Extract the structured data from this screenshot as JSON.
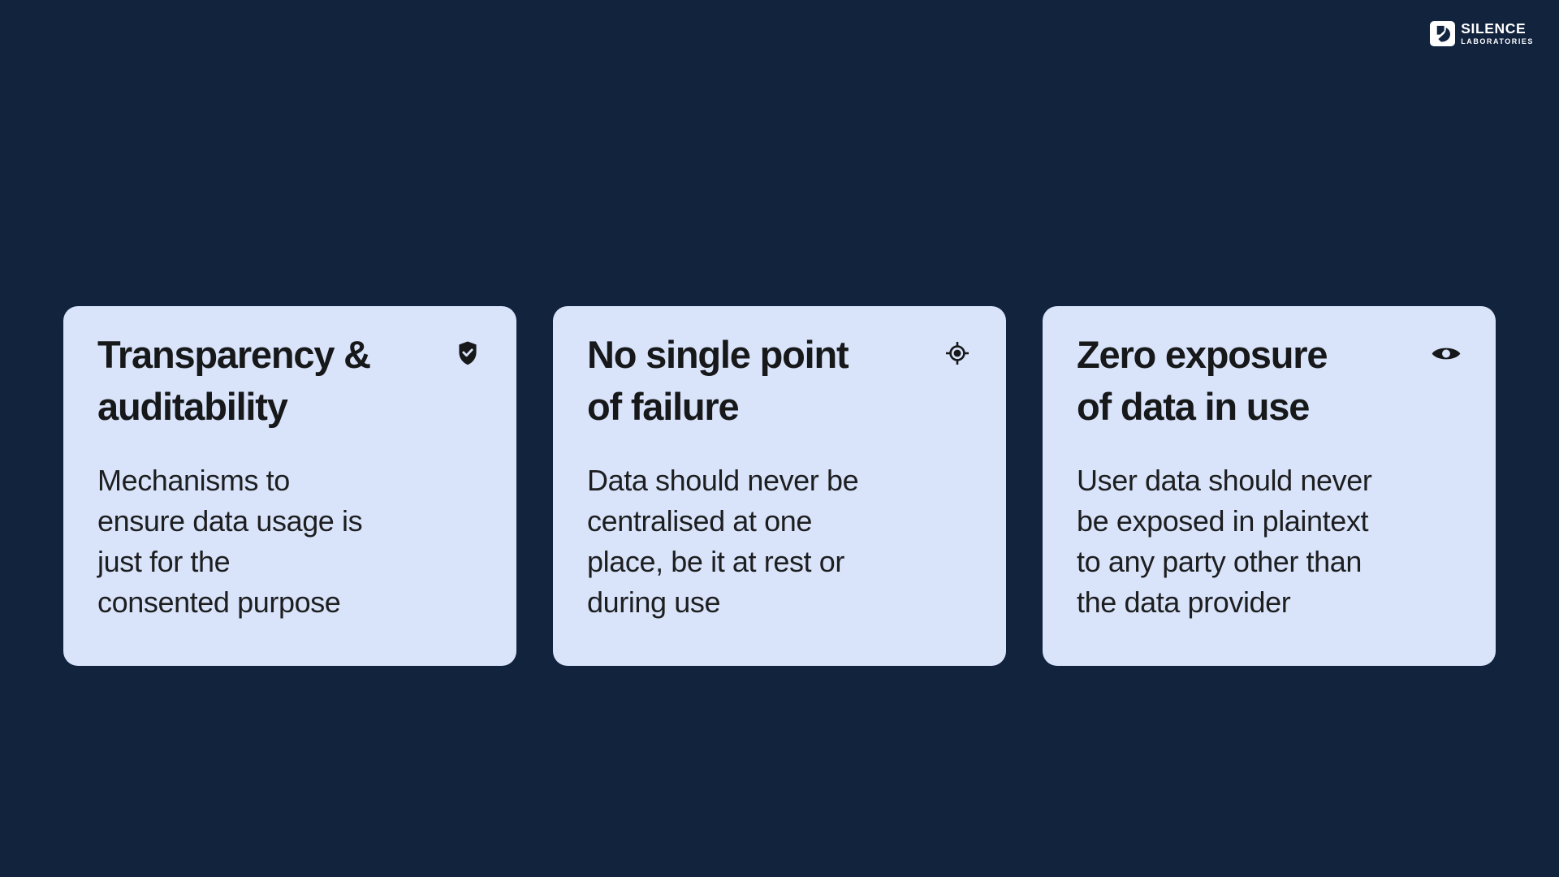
{
  "page": {
    "background_color": "#12233e",
    "card_color": "#d9e4fa",
    "text_color": "#17181a"
  },
  "logo": {
    "brand": "SILENCE",
    "brand_sub": "LABORATORIES",
    "mark_icon": "silence-labs-mark-icon"
  },
  "cards": [
    {
      "icon": "shield-check-icon",
      "title": "Transparency &\nauditability",
      "body": "Mechanisms to\nensure data usage is\njust for the\nconsented purpose"
    },
    {
      "icon": "target-icon",
      "title": "No single point\nof failure",
      "body": "Data should never be\ncentralised at one\nplace, be it at rest or\nduring use"
    },
    {
      "icon": "eye-icon",
      "title": "Zero exposure\nof data in use",
      "body": "User data should never\nbe exposed in plaintext\nto any party other than\nthe data provider"
    }
  ]
}
